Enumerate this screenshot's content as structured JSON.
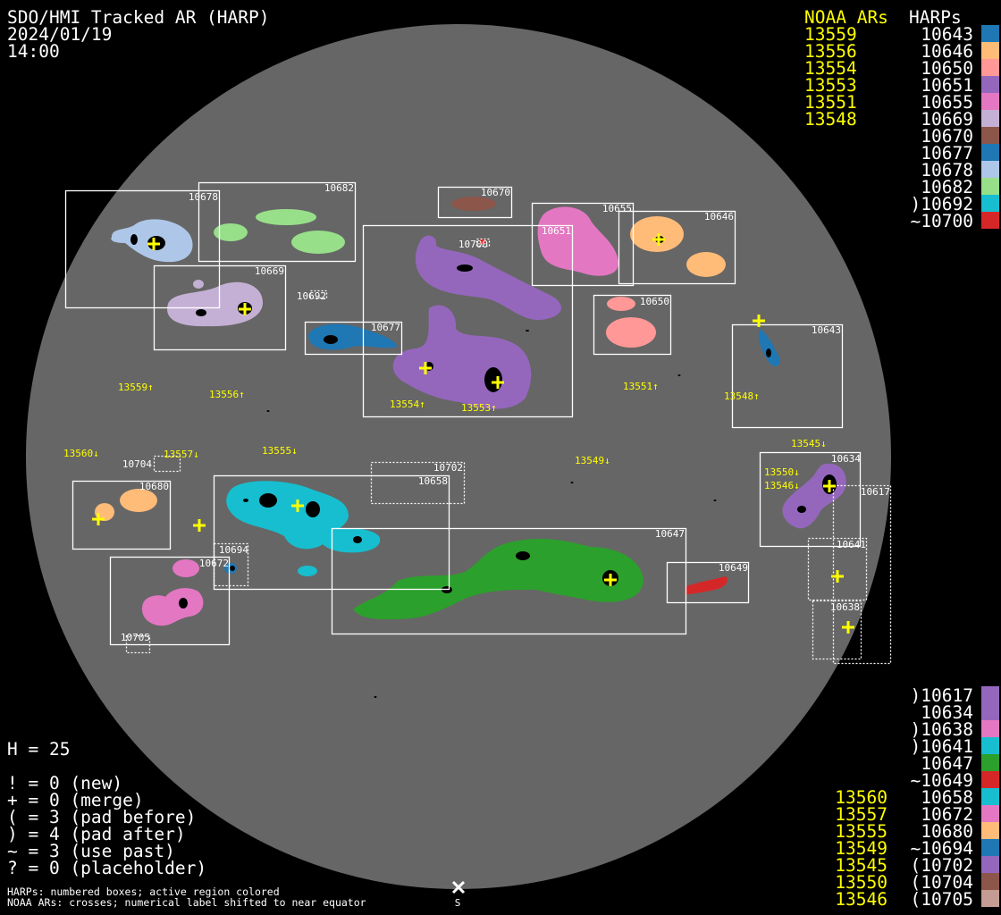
{
  "header": {
    "title": "SDO/HMI Tracked AR (HARP)",
    "date": "2024/01/19",
    "time": "14:00"
  },
  "legend_top": {
    "noaa_header": "NOAA ARs",
    "harps_header": "HARPs",
    "noaa": [
      "13559",
      "13556",
      "13554",
      "13553",
      "13551",
      "13548"
    ],
    "harps": [
      {
        "label": "10643",
        "color": "#1f77b4"
      },
      {
        "label": "10646",
        "color": "#ffbb78"
      },
      {
        "label": "10650",
        "color": "#ff9896"
      },
      {
        "label": "10651",
        "color": "#9467bd"
      },
      {
        "label": "10655",
        "color": "#e377c2"
      },
      {
        "label": "10669",
        "color": "#c5b0d5"
      },
      {
        "label": "10670",
        "color": "#8c564b"
      },
      {
        "label": "10677",
        "color": "#1f77b4"
      },
      {
        "label": "10678",
        "color": "#aec7e8"
      },
      {
        "label": "10682",
        "color": "#98df8a"
      },
      {
        "label": ")10692",
        "color": "#17becf"
      },
      {
        "label": "~10700",
        "color": "#d62728"
      }
    ]
  },
  "legend_bottom": {
    "rows": [
      {
        "noaa": "",
        "label": ")10617",
        "color": "#9467bd"
      },
      {
        "noaa": "",
        "label": "10634",
        "color": "#9467bd"
      },
      {
        "noaa": "",
        "label": ")10638",
        "color": "#e377c2"
      },
      {
        "noaa": "",
        "label": ")10641",
        "color": "#17becf"
      },
      {
        "noaa": "",
        "label": "10647",
        "color": "#2ca02c"
      },
      {
        "noaa": "",
        "label": "~10649",
        "color": "#d62728"
      },
      {
        "noaa": "13560",
        "label": "10658",
        "color": "#17becf"
      },
      {
        "noaa": "13557",
        "label": "10672",
        "color": "#e377c2"
      },
      {
        "noaa": "13555",
        "label": "10680",
        "color": "#ffbb78"
      },
      {
        "noaa": "13549",
        "label": "~10694",
        "color": "#1f77b4"
      },
      {
        "noaa": "13545",
        "label": "(10702",
        "color": "#9467bd"
      },
      {
        "noaa": "13550",
        "label": "(10704",
        "color": "#8c564b"
      },
      {
        "noaa": "13546",
        "label": "(10705",
        "color": "#c49c94"
      }
    ]
  },
  "stats": {
    "h": "H = 25",
    "lines": [
      "! = 0 (new)",
      "+ = 0 (merge)",
      "( = 3 (pad before)",
      ") = 4 (pad after)",
      "~ = 3 (use past)",
      "? = 0 (placeholder)"
    ]
  },
  "footnotes": [
    "HARPs: numbered boxes; active region colored",
    "NOAA ARs: crosses; numerical label shifted to near equator"
  ],
  "compass": {
    "south_label": "S"
  },
  "harp_boxes": [
    "10678",
    "10682",
    "10670",
    "10655",
    "10651",
    "10646",
    "10700",
    "10669",
    "10692",
    "10677",
    "10650",
    "10643",
    "10702",
    "10658",
    "10704",
    "10680",
    "10647",
    "10694",
    "10672",
    "10705",
    "10649",
    "10634",
    "10617",
    "10641",
    "10638"
  ],
  "noaa_labels": [
    "13559↑",
    "13556↑",
    "13554↑",
    "13553↑",
    "13551↑",
    "13548↑",
    "13560↓",
    "13557↓",
    "13555↓",
    "13549↓",
    "13545↓",
    "13550↓",
    "13546↓"
  ],
  "colors": {
    "disk": "#666666",
    "cross": "#ffff00",
    "background": "#000000"
  }
}
